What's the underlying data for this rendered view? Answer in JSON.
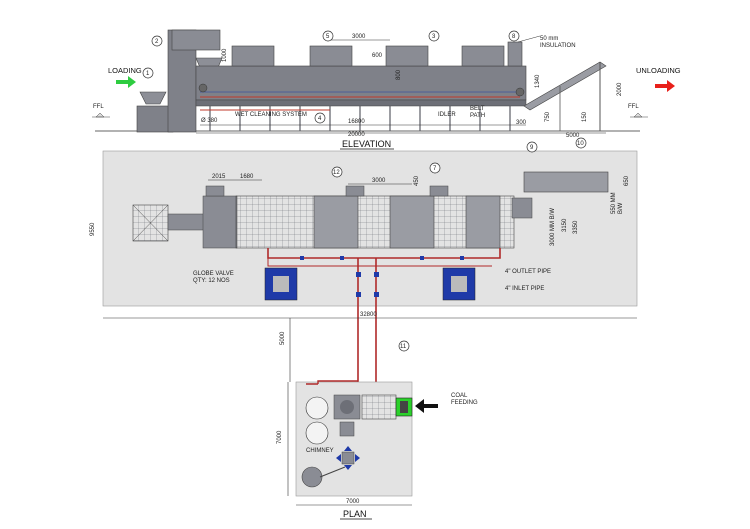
{
  "colors": {
    "machine": "#7f8189",
    "machine_dark": "#5c5e66",
    "floor_plate": "#e3e3e3",
    "pipe": "#b02a2a",
    "belt": "#c0392b",
    "pump_blue": "#1f3aa8",
    "loading_arrow": "#2ecc40",
    "unloading_arrow": "#e8201a",
    "burner_green": "#2bd12b"
  },
  "elevation": {
    "title": "ELEVATION",
    "loading": "LOADING",
    "unloading": "UNLOADING",
    "ffl_left": "FFL",
    "ffl_right": "FFL",
    "wet_cleaning": "WET CLEANING SYSTEM",
    "idler": "IDLER",
    "belt_path": "BELT\nPATH",
    "insulation": "50 mm\nINSULATION",
    "dims": {
      "d3000": "3000",
      "d600": "600",
      "d1000": "1000",
      "d1340": "1340",
      "d2000": "2000",
      "d800": "800",
      "d16800": "16800",
      "d20000": "20000",
      "d5000": "5000",
      "d380": "Ø 380",
      "d300": "300",
      "d750": "750",
      "d150": "150"
    },
    "callouts": [
      "1",
      "2",
      "3",
      "4",
      "5",
      "8"
    ]
  },
  "plan": {
    "title": "PLAN",
    "globe_valve": "GLOBE VALVE\nQTY: 12 NOS",
    "outlet_pipe": "4\" OUTLET PIPE",
    "inlet_pipe": "4\" INLET PIPE",
    "chimney": "CHIMNEY",
    "coal_feeding": "COAL\nFEEDING",
    "dims": {
      "d2015": "2015",
      "d1680": "1680",
      "d3000": "3000",
      "d450": "450",
      "d9550": "9550",
      "d3000mm": "3000 MM B/W",
      "d3150": "3150",
      "d3350": "3350",
      "d550": "550 MM\nB/W",
      "d650": "650",
      "d32800": "32800",
      "d5000": "5000",
      "d7000v": "7000",
      "d7000h": "7000"
    },
    "callouts": [
      "7",
      "9",
      "10",
      "11",
      "12"
    ]
  }
}
